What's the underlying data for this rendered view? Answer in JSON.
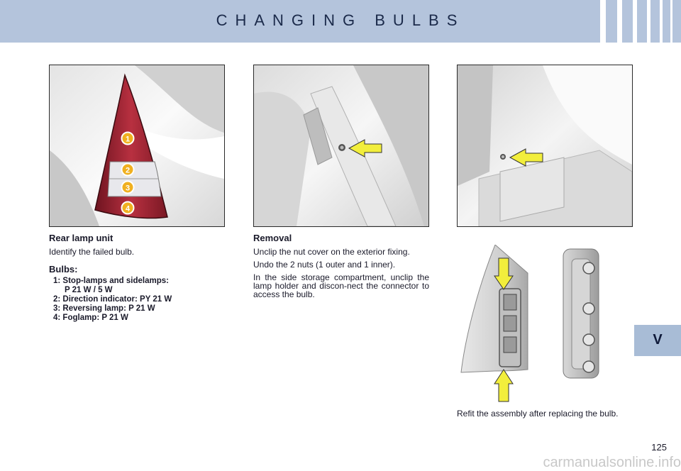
{
  "header": {
    "title": "CHANGING BULBS"
  },
  "rear_lamp": {
    "heading": "Rear lamp unit",
    "intro": "Identify the failed bulb.",
    "bulbs_heading": "Bulbs:",
    "bulbs": [
      {
        "line1": "1: Stop-lamps and sidelamps:",
        "line2": "P 21 W / 5 W"
      },
      {
        "line1": "2: Direction indicator: PY 21 W"
      },
      {
        "line1": "3: Reversing lamp: P 21 W"
      },
      {
        "line1": "4: Foglamp: P 21 W"
      }
    ]
  },
  "removal": {
    "heading": "Removal",
    "para1": "Unclip the nut cover on the exterior fixing.",
    "para2": "Undo the 2 nuts (1 outer and 1 inner).",
    "para3": "In the side storage compartment, unclip the lamp holder and discon-nect the connector to access the bulb."
  },
  "figure": {
    "markers": [
      "1",
      "2",
      "3",
      "4"
    ]
  },
  "refit": {
    "text": "Refit the assembly after replacing the bulb."
  },
  "section_tab": "V",
  "page_number": "125",
  "watermark": "carmanualsonline.info",
  "colors": {
    "header_bg": "#b4c4dc",
    "tab_bg": "#a8bcd6",
    "lamp_red": "#9a2030",
    "arrow_yellow": "#f2ee3c",
    "marker_orange": "#f0b020"
  }
}
